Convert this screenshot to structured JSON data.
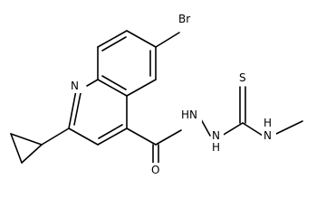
{
  "atoms": {
    "Br": "Br",
    "N_ring": "N",
    "O": "O",
    "NH1": "HN",
    "NH2": "H",
    "N2": "N",
    "S": "S",
    "NH3": "H",
    "N3": "N"
  },
  "colors": {
    "bond": "#000000",
    "text": "#000000",
    "background": "#ffffff"
  }
}
